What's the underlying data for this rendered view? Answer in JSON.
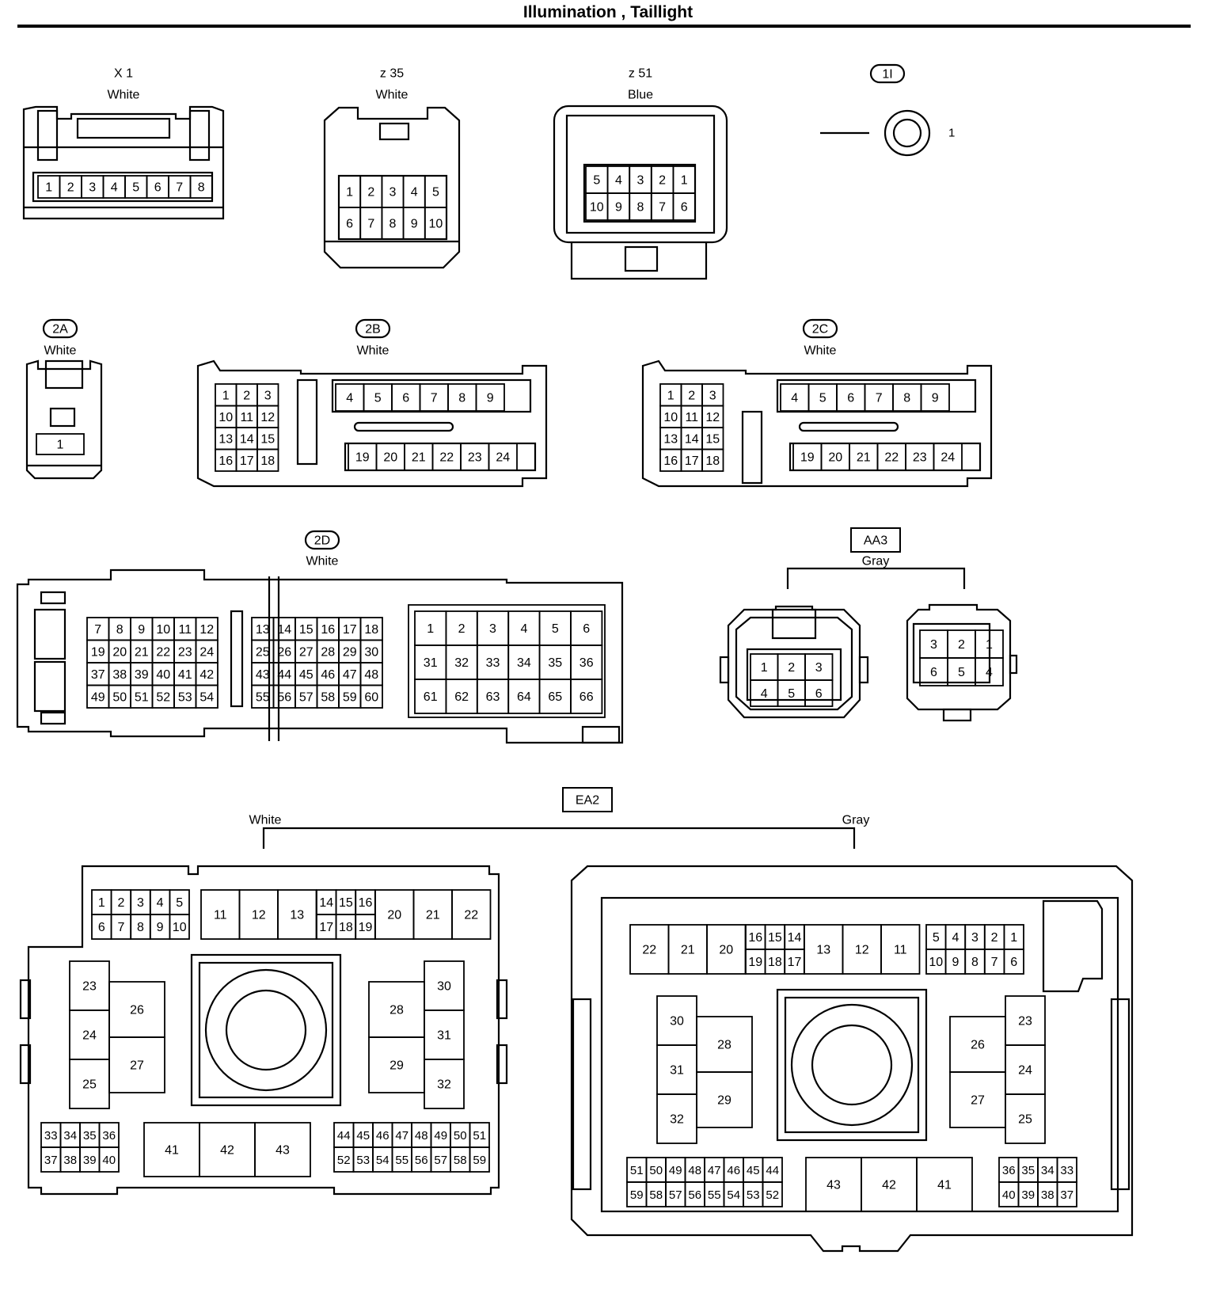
{
  "title": "Illumination , Taillight",
  "connectors": {
    "x1": {
      "code": "X 1",
      "color": "White",
      "pins": [
        "1",
        "2",
        "3",
        "4",
        "5",
        "6",
        "7",
        "8"
      ]
    },
    "z35": {
      "code": "z 35",
      "color": "White",
      "pins": [
        [
          "1",
          "2",
          "3",
          "4",
          "5"
        ],
        [
          "6",
          "7",
          "8",
          "9",
          "10"
        ]
      ]
    },
    "z51": {
      "code": "z 51",
      "color": "Blue",
      "pins": [
        [
          "5",
          "4",
          "3",
          "2",
          "1"
        ],
        [
          "10",
          "9",
          "8",
          "7",
          "6"
        ]
      ]
    },
    "c1i": {
      "code": "1I",
      "pins": [
        "1"
      ]
    },
    "c2a": {
      "code": "2A",
      "color": "White",
      "pins": [
        "1"
      ]
    },
    "c2b": {
      "code": "2B",
      "color": "White",
      "left_pins": [
        [
          "1",
          "2",
          "3"
        ],
        [
          "10",
          "11",
          "12"
        ],
        [
          "13",
          "14",
          "15"
        ],
        [
          "16",
          "17",
          "18"
        ]
      ],
      "top_pins": [
        "4",
        "5",
        "6",
        "7",
        "8",
        "9"
      ],
      "bottom_pins": [
        "19",
        "20",
        "21",
        "22",
        "23",
        "24"
      ]
    },
    "c2c": {
      "code": "2C",
      "color": "White",
      "left_pins": [
        [
          "1",
          "2",
          "3"
        ],
        [
          "10",
          "11",
          "12"
        ],
        [
          "13",
          "14",
          "15"
        ],
        [
          "16",
          "17",
          "18"
        ]
      ],
      "top_pins": [
        "4",
        "5",
        "6",
        "7",
        "8",
        "9"
      ],
      "bottom_pins": [
        "19",
        "20",
        "21",
        "22",
        "23",
        "24"
      ]
    },
    "c2d": {
      "code": "2D",
      "color": "White",
      "block1": [
        [
          "7",
          "8",
          "9",
          "10",
          "11",
          "12"
        ],
        [
          "19",
          "20",
          "21",
          "22",
          "23",
          "24"
        ],
        [
          "37",
          "38",
          "39",
          "40",
          "41",
          "42"
        ],
        [
          "49",
          "50",
          "51",
          "52",
          "53",
          "54"
        ]
      ],
      "block2": [
        [
          "13",
          "14",
          "15",
          "16",
          "17",
          "18"
        ],
        [
          "25",
          "26",
          "27",
          "28",
          "29",
          "30"
        ],
        [
          "43",
          "44",
          "45",
          "46",
          "47",
          "48"
        ],
        [
          "55",
          "56",
          "57",
          "58",
          "59",
          "60"
        ]
      ],
      "block3": [
        [
          "1",
          "2",
          "3",
          "4",
          "5",
          "6"
        ],
        [
          "31",
          "32",
          "33",
          "34",
          "35",
          "36"
        ],
        [
          "61",
          "62",
          "63",
          "64",
          "65",
          "66"
        ]
      ]
    },
    "aa3": {
      "code": "AA3",
      "color": "Gray",
      "left_pins": [
        [
          "1",
          "2",
          "3"
        ],
        [
          "4",
          "5",
          "6"
        ]
      ],
      "right_pins": [
        [
          "3",
          "2",
          "1"
        ],
        [
          "6",
          "5",
          "4"
        ]
      ]
    },
    "ea2": {
      "code": "EA2",
      "left_color": "White",
      "right_color": "Gray",
      "left": {
        "top_small": [
          [
            "1",
            "2",
            "3",
            "4",
            "5"
          ],
          [
            "6",
            "7",
            "8",
            "9",
            "10"
          ]
        ],
        "top_big_a": [
          "11",
          "12",
          "13"
        ],
        "top_small_b": [
          [
            "14",
            "15",
            "16"
          ],
          [
            "17",
            "18",
            "19"
          ]
        ],
        "top_big_b": [
          "20",
          "21",
          "22"
        ],
        "left_col": [
          "23",
          "24",
          "25"
        ],
        "left_big": [
          "26",
          "27"
        ],
        "right_big": [
          "28",
          "29"
        ],
        "right_col": [
          "30",
          "31",
          "32"
        ],
        "bottom_left": [
          [
            "33",
            "34",
            "35",
            "36"
          ],
          [
            "37",
            "38",
            "39",
            "40"
          ]
        ],
        "bottom_mid": [
          "41",
          "42",
          "43"
        ],
        "bottom_right": [
          [
            "44",
            "45",
            "46",
            "47",
            "48",
            "49",
            "50",
            "51"
          ],
          [
            "52",
            "53",
            "54",
            "55",
            "56",
            "57",
            "58",
            "59"
          ]
        ]
      },
      "right": {
        "top_big_a": [
          "22",
          "21",
          "20"
        ],
        "top_small_a": [
          [
            "16",
            "15",
            "14"
          ],
          [
            "19",
            "18",
            "17"
          ]
        ],
        "top_big_b": [
          "13",
          "12",
          "11"
        ],
        "top_small_b": [
          [
            "5",
            "4",
            "3",
            "2",
            "1"
          ],
          [
            "10",
            "9",
            "8",
            "7",
            "6"
          ]
        ],
        "left_col": [
          "30",
          "31",
          "32"
        ],
        "left_big": [
          "28",
          "29"
        ],
        "right_big": [
          "26",
          "27"
        ],
        "right_col": [
          "23",
          "24",
          "25"
        ],
        "bottom_left": [
          [
            "51",
            "50",
            "49",
            "48",
            "47",
            "46",
            "45",
            "44"
          ],
          [
            "59",
            "58",
            "57",
            "56",
            "55",
            "54",
            "53",
            "52"
          ]
        ],
        "bottom_mid": [
          "43",
          "42",
          "41"
        ],
        "bottom_right": [
          [
            "36",
            "35",
            "34",
            "33"
          ],
          [
            "40",
            "39",
            "38",
            "37"
          ]
        ]
      }
    }
  }
}
